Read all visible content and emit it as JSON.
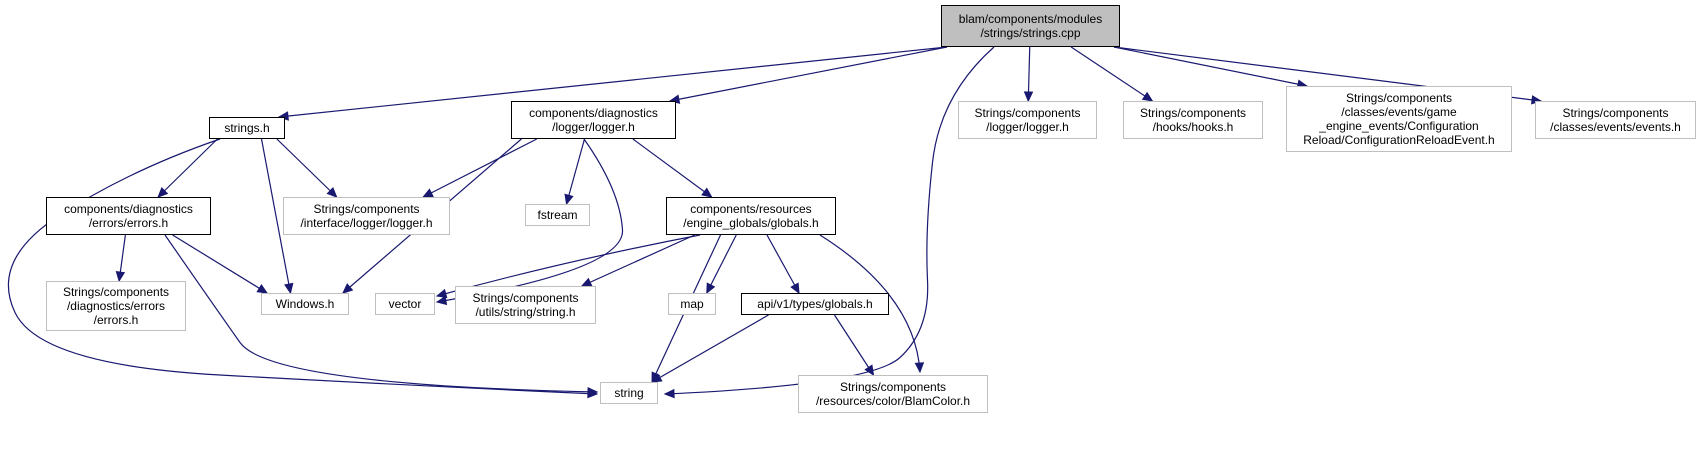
{
  "graph": {
    "edge_color": "#191970",
    "nodes": [
      {
        "id": "root",
        "label": "blam/components/modules\n/strings/strings.cpp",
        "style": "root"
      },
      {
        "id": "strings_h",
        "label": "strings.h",
        "style": "solid"
      },
      {
        "id": "logger_h",
        "label": "components/diagnostics\n/logger/logger.h",
        "style": "solid"
      },
      {
        "id": "str_logger",
        "label": "Strings/components\n/logger/logger.h",
        "style": "grey"
      },
      {
        "id": "str_hooks",
        "label": "Strings/components\n/hooks/hooks.h",
        "style": "grey"
      },
      {
        "id": "str_config",
        "label": "Strings/components\n/classes/events/game\n_engine_events/Configuration\nReload/ConfigurationReloadEvent.h",
        "style": "grey"
      },
      {
        "id": "str_events",
        "label": "Strings/components\n/classes/events/events.h",
        "style": "grey"
      },
      {
        "id": "errors_h",
        "label": "components/diagnostics\n/errors/errors.h",
        "style": "solid"
      },
      {
        "id": "str_iface_logger",
        "label": "Strings/components\n/interface/logger/logger.h",
        "style": "grey"
      },
      {
        "id": "fstream",
        "label": "fstream",
        "style": "grey"
      },
      {
        "id": "globals_h",
        "label": "components/resources\n/engine_globals/globals.h",
        "style": "solid"
      },
      {
        "id": "str_errors",
        "label": "Strings/components\n/diagnostics/errors\n/errors.h",
        "style": "grey"
      },
      {
        "id": "windows_h",
        "label": "Windows.h",
        "style": "grey"
      },
      {
        "id": "vector",
        "label": "vector",
        "style": "grey"
      },
      {
        "id": "str_utils",
        "label": "Strings/components\n/utils/string/string.h",
        "style": "grey"
      },
      {
        "id": "map",
        "label": "map",
        "style": "grey"
      },
      {
        "id": "api_globals",
        "label": "api/v1/types/globals.h",
        "style": "solid"
      },
      {
        "id": "string",
        "label": "string",
        "style": "grey"
      },
      {
        "id": "str_blamcolor",
        "label": "Strings/components\n/resources/color/BlamColor.h",
        "style": "grey"
      }
    ],
    "edges": [
      [
        "root",
        "strings_h"
      ],
      [
        "root",
        "logger_h"
      ],
      [
        "root",
        "string"
      ],
      [
        "root",
        "str_logger"
      ],
      [
        "root",
        "str_hooks"
      ],
      [
        "root",
        "str_config"
      ],
      [
        "root",
        "str_events"
      ],
      [
        "strings_h",
        "errors_h"
      ],
      [
        "strings_h",
        "windows_h"
      ],
      [
        "strings_h",
        "str_iface_logger"
      ],
      [
        "strings_h",
        "string"
      ],
      [
        "logger_h",
        "str_iface_logger"
      ],
      [
        "logger_h",
        "windows_h"
      ],
      [
        "logger_h",
        "fstream"
      ],
      [
        "logger_h",
        "vector"
      ],
      [
        "logger_h",
        "globals_h"
      ],
      [
        "errors_h",
        "str_errors"
      ],
      [
        "errors_h",
        "windows_h"
      ],
      [
        "errors_h",
        "string"
      ],
      [
        "globals_h",
        "vector"
      ],
      [
        "globals_h",
        "str_utils"
      ],
      [
        "globals_h",
        "map"
      ],
      [
        "globals_h",
        "api_globals"
      ],
      [
        "globals_h",
        "string"
      ],
      [
        "globals_h",
        "str_blamcolor"
      ],
      [
        "api_globals",
        "string"
      ],
      [
        "api_globals",
        "str_blamcolor"
      ]
    ]
  }
}
